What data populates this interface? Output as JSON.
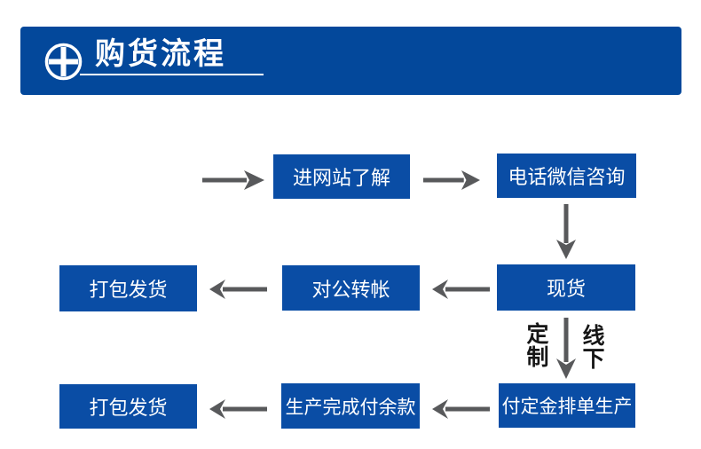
{
  "header": {
    "title": "购货流程",
    "icon": "plus-circle-icon",
    "bg_color": "#03489b",
    "text_color": "#ffffff"
  },
  "flow": {
    "box_color": "#0a4da5",
    "box_text_color": "#ffffff",
    "arrow_color": "#58595b",
    "branch_label_color": "#161616",
    "boxes": [
      {
        "id": "visit-website",
        "label": "进网站了解"
      },
      {
        "id": "phone-wechat-consult",
        "label": "电话微信咨询"
      },
      {
        "id": "in-stock",
        "label": "现货"
      },
      {
        "id": "corporate-transfer",
        "label": "对公转帐"
      },
      {
        "id": "pack-and-ship-stock",
        "label": "打包发货"
      },
      {
        "id": "deposit-schedule-production",
        "label": "付定金排单生产"
      },
      {
        "id": "pay-balance-after-production",
        "label": "生产完成付余款"
      },
      {
        "id": "pack-and-ship-custom",
        "label": "打包发货"
      }
    ],
    "branch": {
      "left": "定制",
      "right": "线下"
    }
  }
}
